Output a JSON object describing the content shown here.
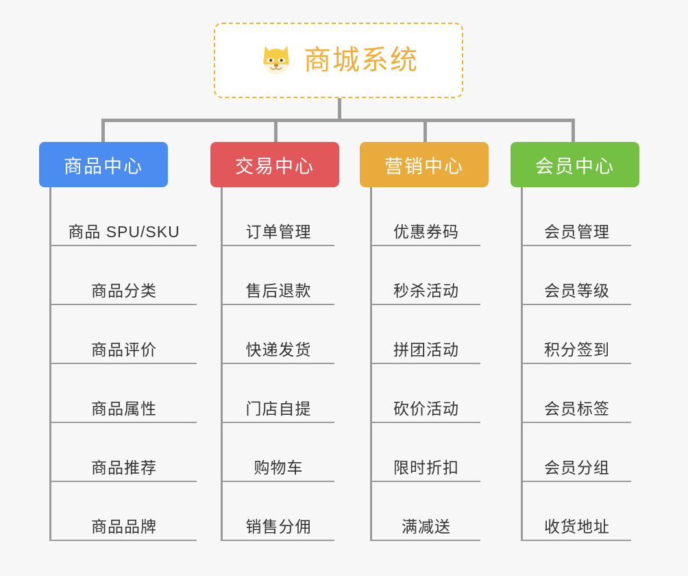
{
  "page": {
    "background_color": "#f7f7f7",
    "line_color": "#9a9a9a"
  },
  "root": {
    "title": "商城系统",
    "icon": "shiba-dog-face-emoji",
    "border_color": "#f0b429",
    "title_color": "#f0ad37"
  },
  "branches": [
    {
      "label": "商品中心",
      "color": "#4a8cf0",
      "items": [
        "商品 SPU/SKU",
        "商品分类",
        "商品评价",
        "商品属性",
        "商品推荐",
        "商品品牌"
      ]
    },
    {
      "label": "交易中心",
      "color": "#e2585a",
      "items": [
        "订单管理",
        "售后退款",
        "快递发货",
        "门店自提",
        "购物车",
        "销售分佣"
      ]
    },
    {
      "label": "营销中心",
      "color": "#e9ab3c",
      "items": [
        "优惠券码",
        "秒杀活动",
        "拼团活动",
        "砍价活动",
        "限时折扣",
        "满减送"
      ]
    },
    {
      "label": "会员中心",
      "color": "#74c043",
      "items": [
        "会员管理",
        "会员等级",
        "积分签到",
        "会员标签",
        "会员分组",
        "收货地址"
      ]
    }
  ]
}
